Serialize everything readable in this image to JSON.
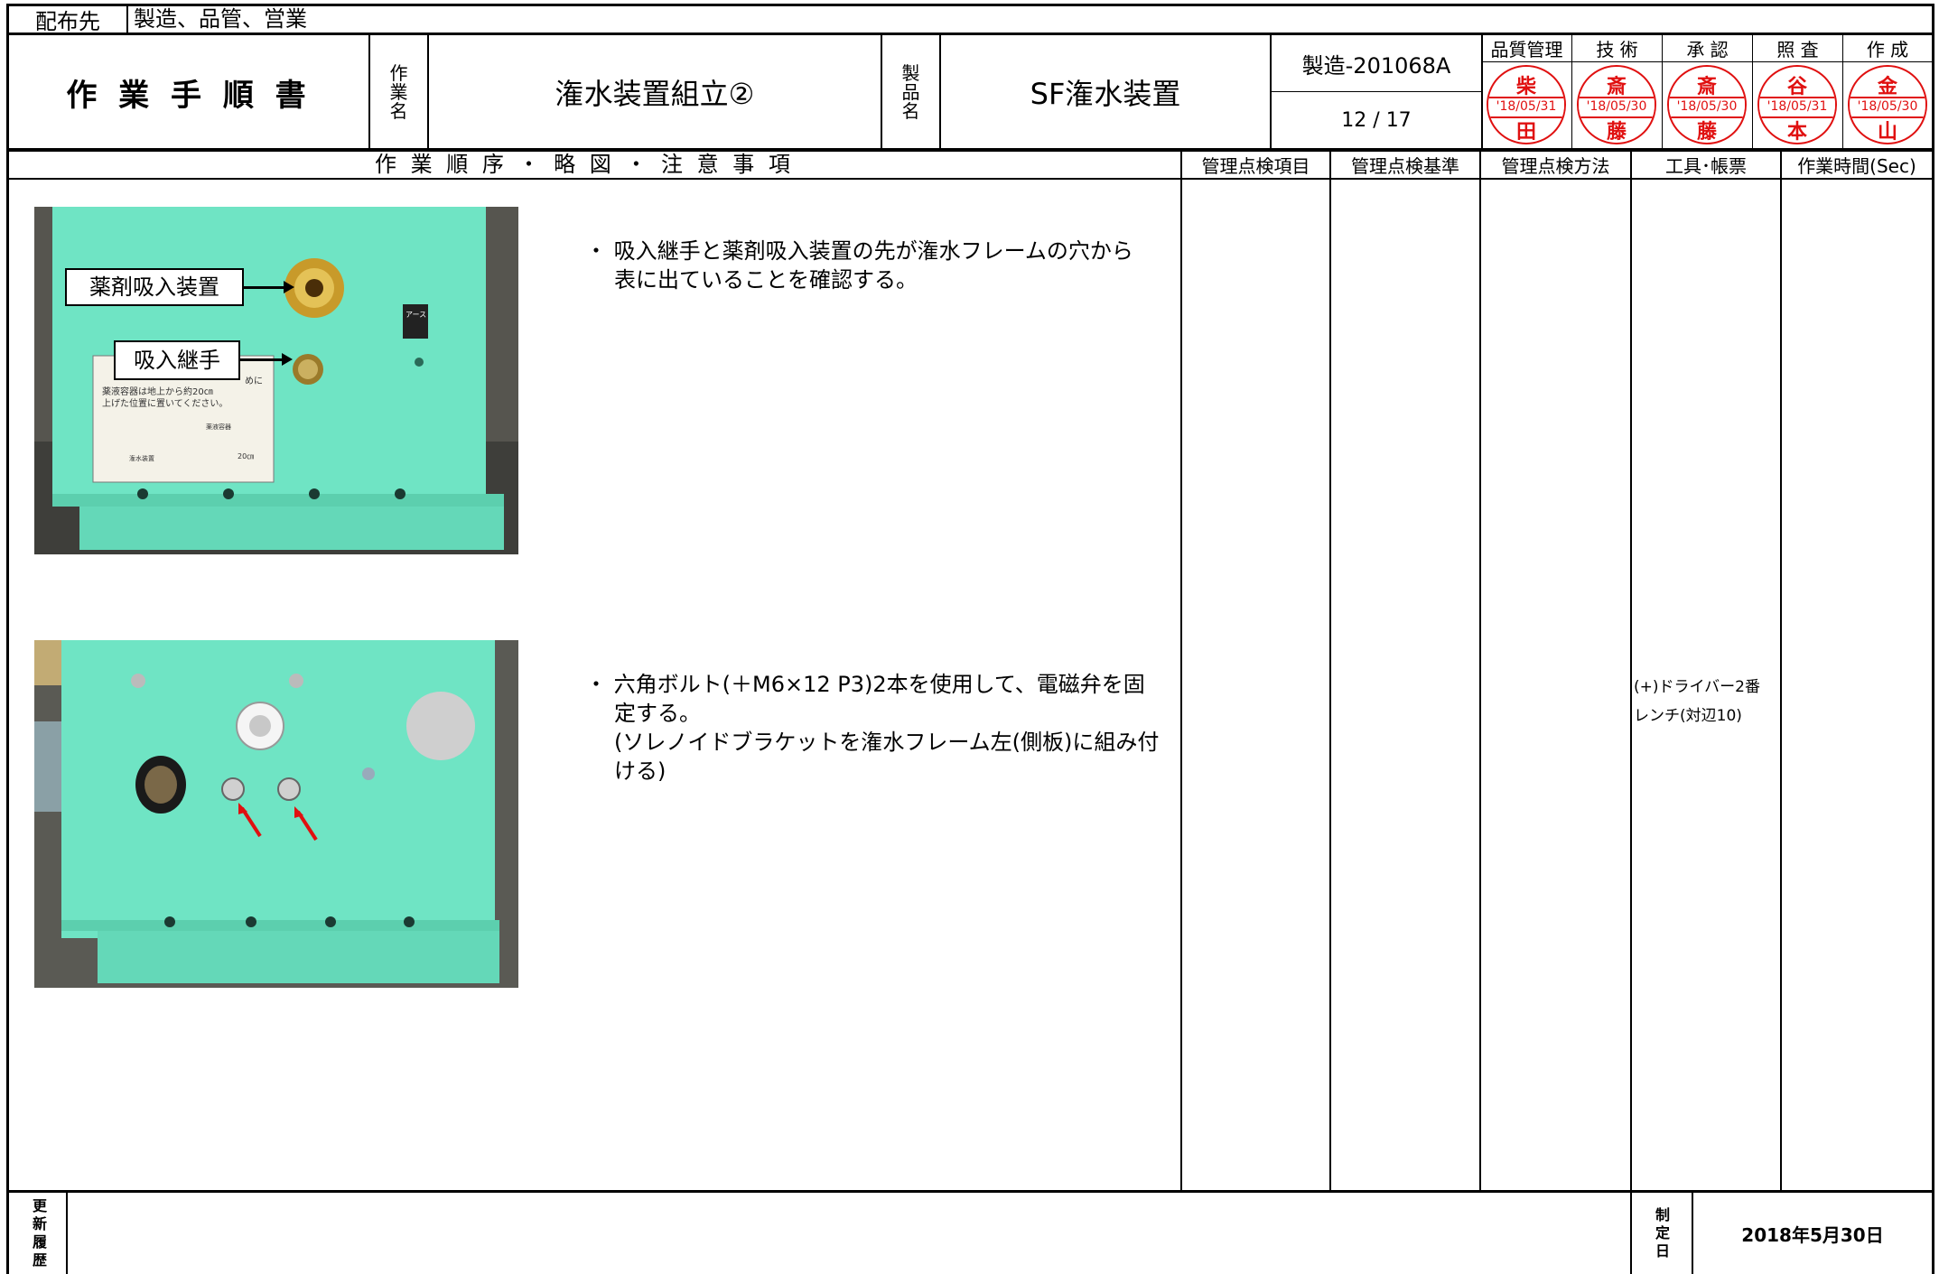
{
  "distribution": {
    "label": "配布先",
    "value": "製造、品管、営業"
  },
  "doc_title": "作 業 手 順 書",
  "work_name_label": [
    "作",
    "業",
    "名"
  ],
  "work_name": "潅水装置組立②",
  "product_label": [
    "製",
    "品",
    "名"
  ],
  "product_name": "SF潅水装置",
  "doc_number": "製造-201068A",
  "page": "12 / 17",
  "approvals": [
    {
      "role": "品質管理",
      "top": "柴",
      "date": "'18/05/31",
      "bottom": "田"
    },
    {
      "role": "技 術",
      "top": "斎",
      "date": "'18/05/30",
      "bottom": "藤"
    },
    {
      "role": "承 認",
      "top": "斎",
      "date": "'18/05/30",
      "bottom": "藤"
    },
    {
      "role": "照 査",
      "top": "谷",
      "date": "'18/05/31",
      "bottom": "本"
    },
    {
      "role": "作 成",
      "top": "金",
      "date": "'18/05/30",
      "bottom": "山"
    }
  ],
  "columns": {
    "procedure": "作 業 順 序 ・ 略 図 ・ 注 意 事 項",
    "check_item": "管理点検項目",
    "check_std": "管理点検基準",
    "check_method": "管理点検方法",
    "tools": "工具･帳票",
    "time": "作業時間(Sec)"
  },
  "steps": [
    {
      "note_line1": "・ 吸入継手と薬剤吸入装置の先が潅水フレームの穴から",
      "note_line2": "表に出ていることを確認する。",
      "callout1": "薬剤吸入装置",
      "callout2": "吸入継手",
      "photo_text": {
        "earth": "アース",
        "sign1": "めに",
        "sign2": "薬液容器は地上から約20㎝",
        "sign3": "上げた位置に置いてください。",
        "sign4": "薬液容器",
        "sign5": "潅水装置",
        "sign6": "20㎝"
      }
    },
    {
      "note_line1": "・ 六角ボルト(＋M6×12 P3)2本を使用して、電磁弁を固",
      "note_line2": "定する。",
      "note_line3": "(ソレノイドブラケットを潅水フレーム左(側板)に組み付",
      "note_line4": "ける)",
      "tool1": "(+)ドライバー2番",
      "tool2": "レンチ(対辺10)"
    }
  ],
  "revision_label": [
    "更",
    "新",
    "履",
    "歴"
  ],
  "established_label": [
    "制",
    "定",
    "日"
  ],
  "established_date": "2018年5月30日",
  "colors": {
    "frame": "#6fe4c4",
    "stamp": "#e01010"
  }
}
